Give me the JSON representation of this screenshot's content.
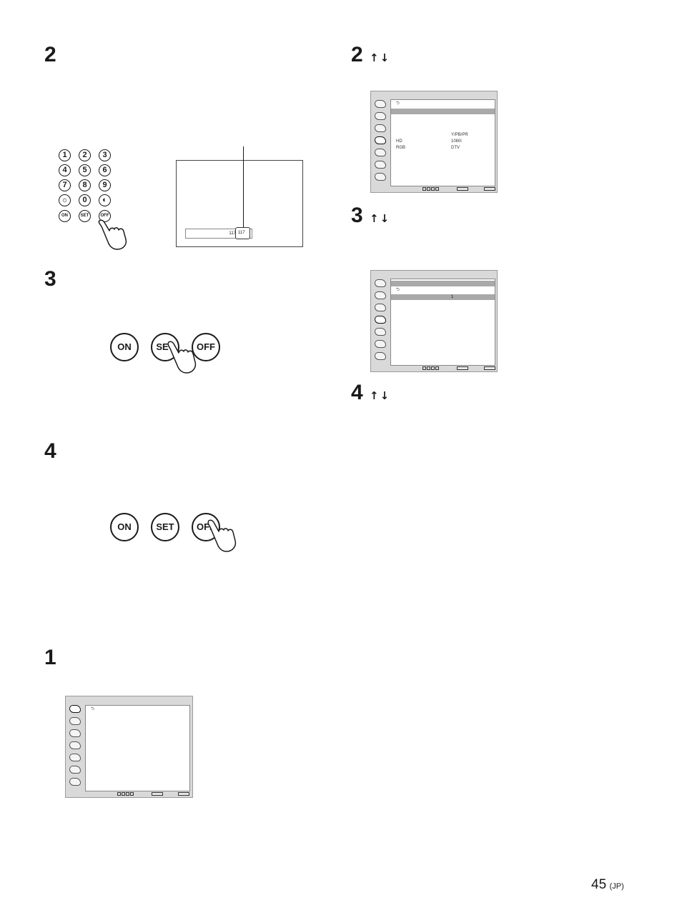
{
  "steps": {
    "left_a": "2",
    "left_b": "3",
    "left_c": "4",
    "left_d": "1",
    "right_a": "2",
    "right_b": "3",
    "right_c": "4"
  },
  "arrows": "↑↓",
  "keypad": [
    "1",
    "2",
    "3",
    "4",
    "5",
    "6",
    "7",
    "8",
    "9",
    "☼",
    "0",
    "◐",
    "ON",
    "SET",
    "OFF"
  ],
  "tv_screen": {
    "box_value_a": "117",
    "box_value_b": "117"
  },
  "buttons": {
    "on": "ON",
    "set": "SET",
    "off": "OFF"
  },
  "osd_a": {
    "back_symbol": "⮌",
    "rows": [
      {
        "left": "",
        "right": "Y/PB/PR"
      },
      {
        "left": "HD",
        "right": "1080i"
      },
      {
        "left": "RGB",
        "right": "DTV"
      }
    ]
  },
  "osd_b": {
    "back_symbol": "⮌",
    "value": "1"
  },
  "osd_c": {
    "back_symbol": "⮌"
  },
  "footer": {
    "page_number": "45",
    "suffix": "(JP)"
  }
}
